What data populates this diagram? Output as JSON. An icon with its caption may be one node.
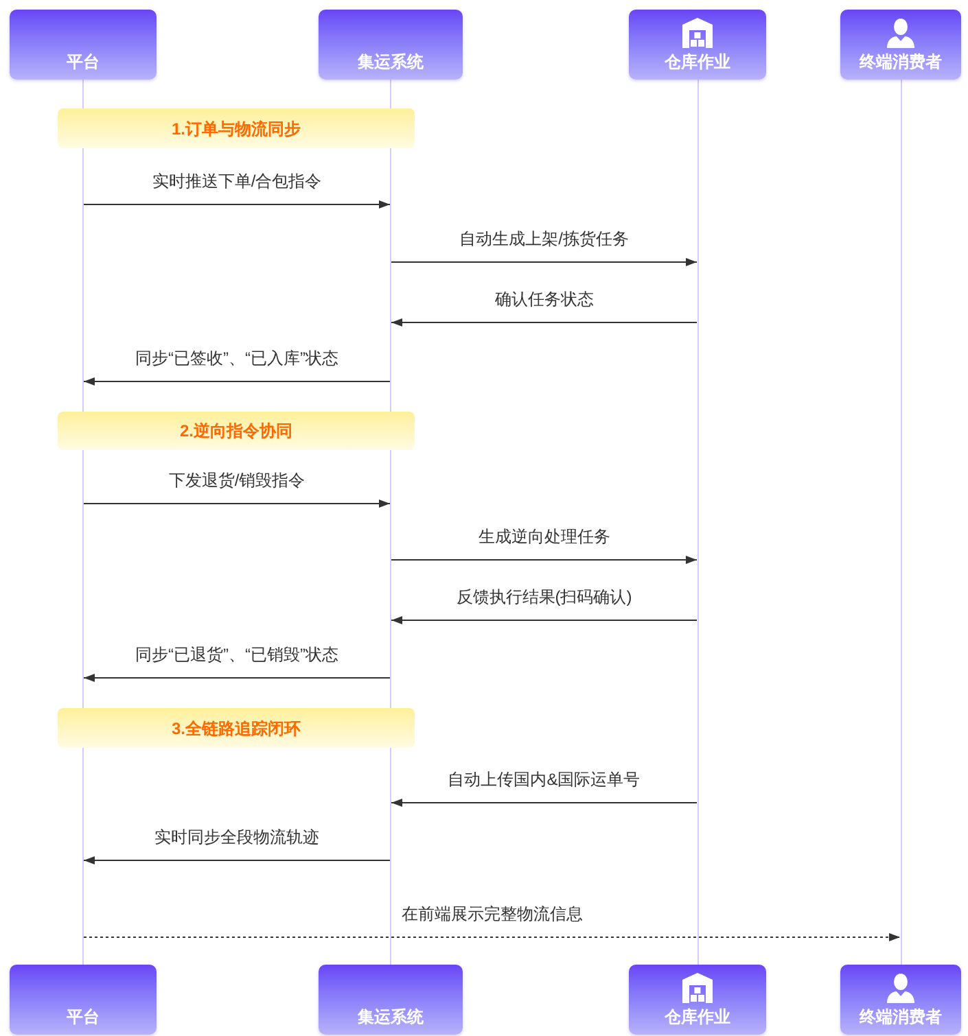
{
  "diagram": {
    "nodes": [
      {
        "text": [
          "平台"
        ]
      },
      {
        "text": [
          "集运系统"
        ]
      },
      {
        "text": [
          "仓库作业"
        ]
      },
      {
        "text": [
          "终端消费者"
        ]
      },
      {
        "text": [],
        "shape": "line"
      },
      {
        "text": [],
        "shape": "line"
      },
      {
        "text": [],
        "shape": "line"
      },
      {
        "text": [],
        "shape": "line"
      },
      {
        "text": [
          "1.订单与物流同步"
        ]
      },
      {
        "text": [
          "2.逆向指令协同"
        ]
      },
      {
        "text": [
          "3.全链路追踪闭环"
        ]
      },
      {
        "text": [
          "平台"
        ]
      },
      {
        "text": [
          "集运系统"
        ]
      },
      {
        "text": [
          "仓库作业"
        ]
      },
      {
        "text": [
          "终端消费者"
        ]
      }
    ],
    "edges": [
      {
        "from": 4,
        "to": 5,
        "arrow": "to",
        "label": "实时推送下单/合包指令"
      },
      {
        "from": 5,
        "to": 6,
        "arrow": "to",
        "label": "自动生成上架/拣货任务"
      },
      {
        "from": 6,
        "to": 5,
        "arrow": "to",
        "label": "确认任务状态"
      },
      {
        "from": 5,
        "to": 4,
        "arrow": "to",
        "label": "同步“已签收”、“已入库”状态"
      },
      {
        "from": 4,
        "to": 5,
        "arrow": "to",
        "label": "下发退货/销毁指令"
      },
      {
        "from": 5,
        "to": 6,
        "arrow": "to",
        "label": "生成逆向处理任务"
      },
      {
        "from": 6,
        "to": 5,
        "arrow": "to",
        "label": "反馈执行结果(扫码确认)"
      },
      {
        "from": 5,
        "to": 4,
        "arrow": "to",
        "label": "同步“已退货”、“已销毁”状态"
      },
      {
        "from": 6,
        "to": 5,
        "arrow": "to",
        "label": "自动上传国内&国际运单号"
      },
      {
        "from": 5,
        "to": 4,
        "arrow": "to",
        "label": "实时同步全段物流轨迹"
      },
      {
        "from": 4,
        "to": 7,
        "arrow": "to",
        "label": "在前端展示完整物流信息",
        "style": "dashed"
      }
    ]
  }
}
